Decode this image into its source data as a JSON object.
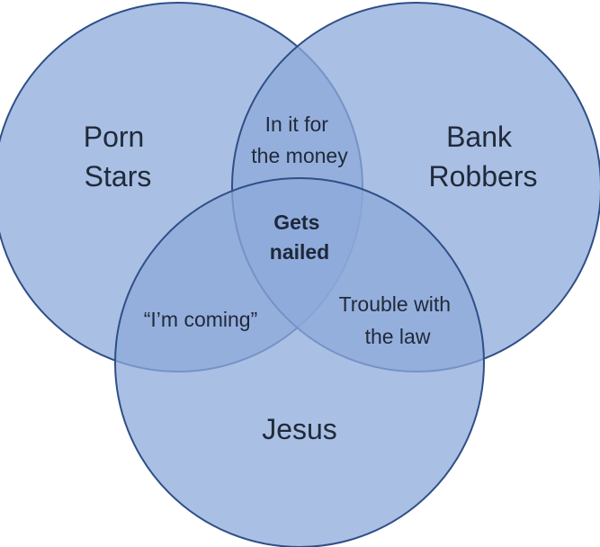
{
  "diagram": {
    "type": "venn",
    "sets": [
      {
        "id": "porn-stars",
        "lines": [
          "Porn",
          "Stars"
        ]
      },
      {
        "id": "bank-robbers",
        "lines": [
          "Bank",
          "Robbers"
        ]
      },
      {
        "id": "jesus",
        "lines": [
          "Jesus"
        ]
      }
    ],
    "overlaps": {
      "porn_stars_bank_robbers": [
        "In it for",
        "the money"
      ],
      "porn_stars_jesus": [
        "“I’m coming”"
      ],
      "bank_robbers_jesus": [
        "Trouble with",
        "the law"
      ],
      "all_three": [
        "Gets",
        "nailed"
      ]
    },
    "colors": {
      "circle_fill": "#8ea9db",
      "circle_stroke": "#2f4f87"
    }
  }
}
